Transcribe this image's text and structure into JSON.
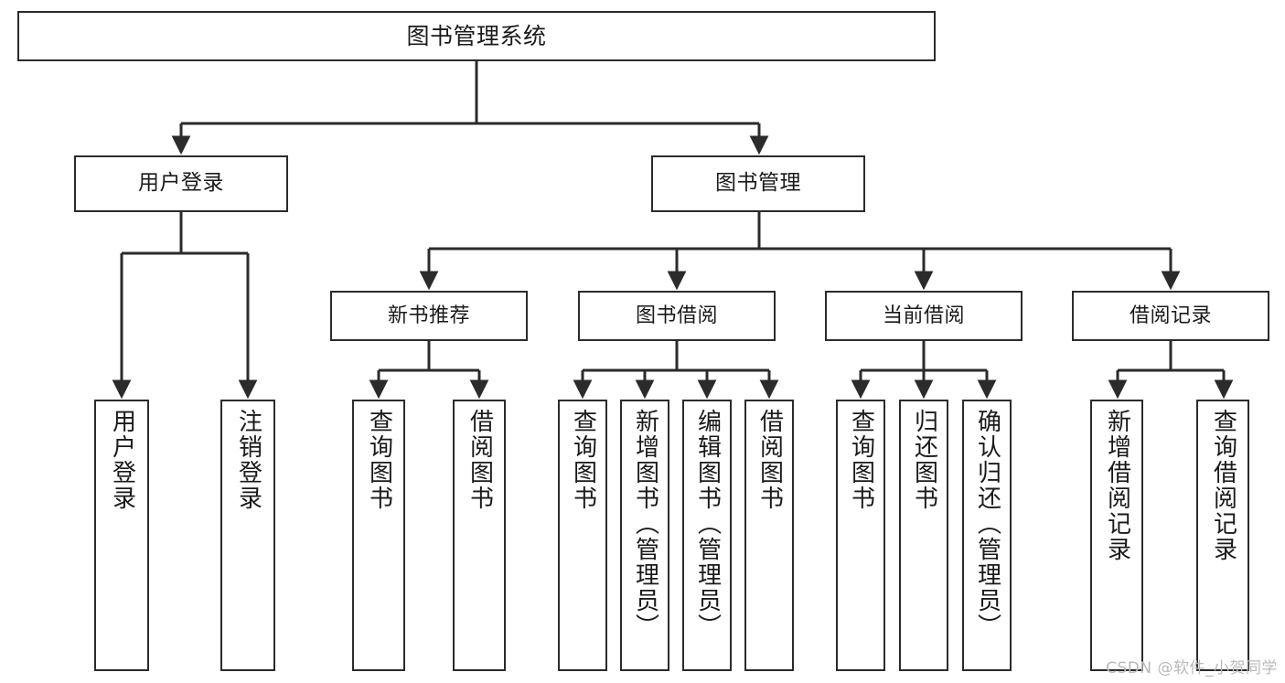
{
  "diagram": {
    "type": "tree",
    "title": "图书管理系统",
    "watermark": "CSDN @软件_小贺同学",
    "colors": {
      "box_border": "#2b2b2b",
      "box_fill": "#ffffff",
      "edge": "#2b2b2b",
      "text": "#1a1a1a",
      "watermark": "#b9b9b9"
    },
    "nodes": {
      "root": {
        "label": "图书管理系统"
      },
      "level1": [
        {
          "id": "user-login",
          "label": "用户登录"
        },
        {
          "id": "book-manage",
          "label": "图书管理"
        }
      ],
      "level2": [
        {
          "id": "new-book-recommend",
          "label": "新书推荐",
          "parent": "book-manage"
        },
        {
          "id": "book-borrow",
          "label": "图书借阅",
          "parent": "book-manage"
        },
        {
          "id": "current-borrow",
          "label": "当前借阅",
          "parent": "book-manage"
        },
        {
          "id": "borrow-record",
          "label": "借阅记录",
          "parent": "book-manage"
        }
      ],
      "leaves": [
        {
          "id": "leaf-user-login",
          "label": "用户登录",
          "parent": "user-login"
        },
        {
          "id": "leaf-user-logout",
          "label": "注销登录",
          "parent": "user-login"
        },
        {
          "id": "leaf-query-book-1",
          "label": "查询图书",
          "parent": "new-book-recommend"
        },
        {
          "id": "leaf-borrow-book-1",
          "label": "借阅图书",
          "parent": "new-book-recommend"
        },
        {
          "id": "leaf-query-book-2",
          "label": "查询图书",
          "parent": "book-borrow"
        },
        {
          "id": "leaf-add-book",
          "label": "新增图书（管理员）",
          "parent": "book-borrow"
        },
        {
          "id": "leaf-edit-book",
          "label": "编辑图书（管理员）",
          "parent": "book-borrow"
        },
        {
          "id": "leaf-borrow-book-2",
          "label": "借阅图书",
          "parent": "book-borrow"
        },
        {
          "id": "leaf-query-book-3",
          "label": "查询图书",
          "parent": "current-borrow"
        },
        {
          "id": "leaf-return-book",
          "label": "归还图书",
          "parent": "current-borrow"
        },
        {
          "id": "leaf-confirm-return",
          "label": "确认归还（管理员）",
          "parent": "current-borrow"
        },
        {
          "id": "leaf-add-record",
          "label": "新增借阅记录",
          "parent": "borrow-record"
        },
        {
          "id": "leaf-query-record",
          "label": "查询借阅记录",
          "parent": "borrow-record"
        }
      ]
    }
  }
}
